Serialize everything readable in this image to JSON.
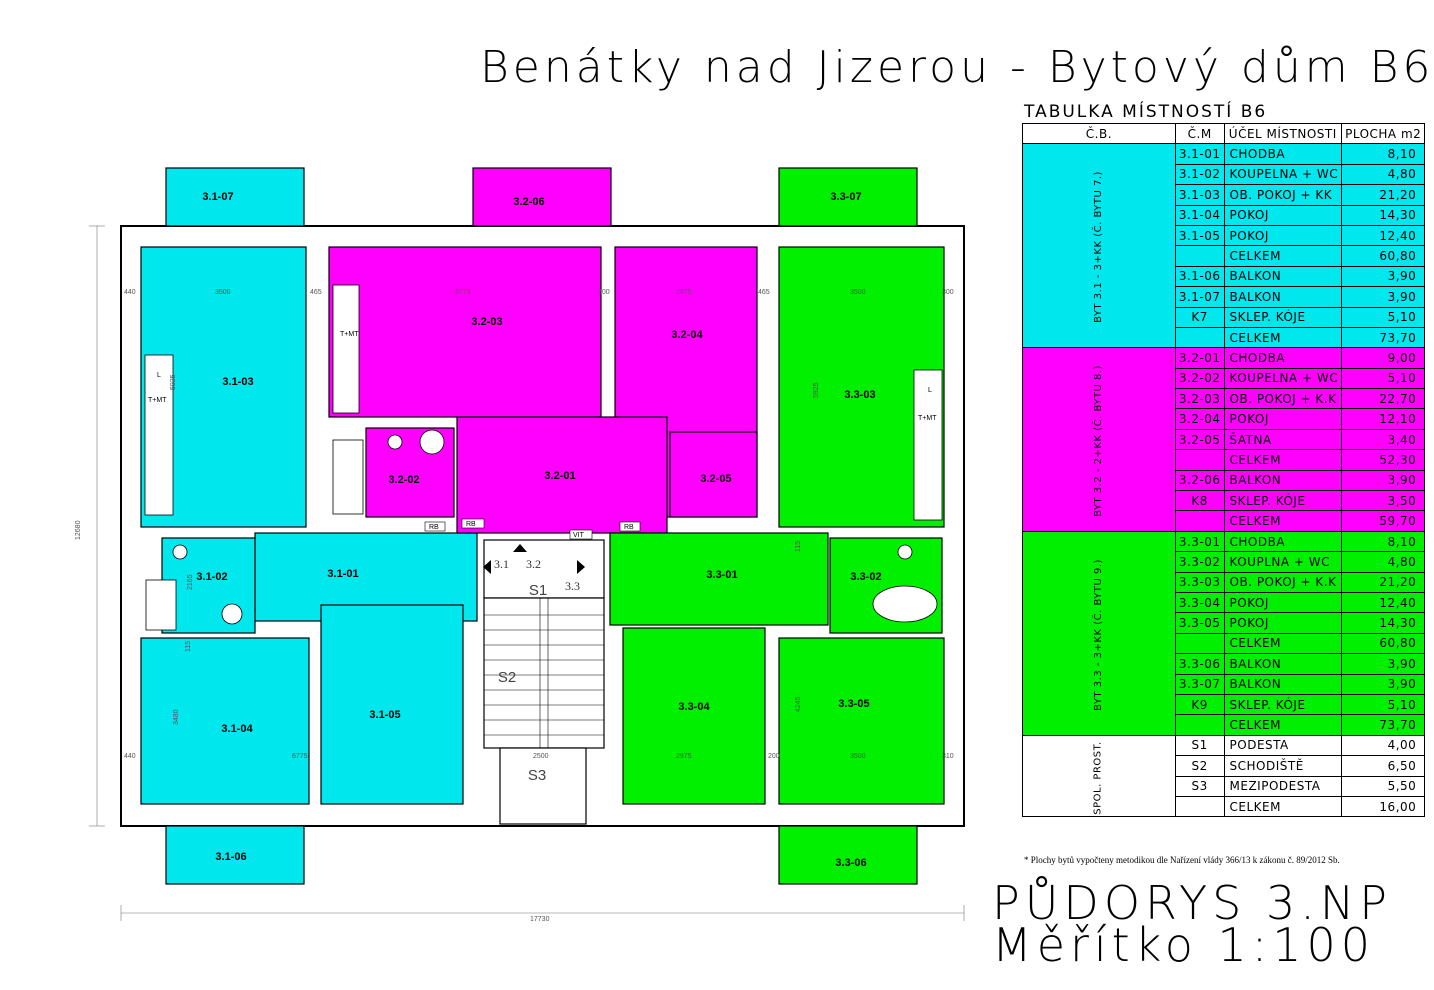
{
  "title": "Benátky nad Jizerou - Bytový dům B6",
  "table_title": "TABULKA MÍSTNOSTÍ B6",
  "headers": {
    "cb": "Č.B.",
    "cm": "Č.M",
    "ucel": "ÚČEL MÍSTNOSTI",
    "plocha": "PLOCHA m2"
  },
  "groups": [
    {
      "label": "BYT 3.1 - 3+KK (Č. BYTU 7.)",
      "color": "#00e8ee",
      "rows": [
        {
          "cm": "3.1-01",
          "ucel": "CHODBA",
          "plocha": "8,10"
        },
        {
          "cm": "3.1-02",
          "ucel": "KOUPELNA + WC",
          "plocha": "4,80"
        },
        {
          "cm": "3.1-03",
          "ucel": "OB. POKOJ + KK",
          "plocha": "21,20"
        },
        {
          "cm": "3.1-04",
          "ucel": "POKOJ",
          "plocha": "14,30"
        },
        {
          "cm": "3.1-05",
          "ucel": "POKOJ",
          "plocha": "12,40"
        },
        {
          "cm": "",
          "ucel": "CELKEM",
          "plocha": "60,80"
        },
        {
          "cm": "3.1-06",
          "ucel": "BALKON",
          "plocha": "3,90"
        },
        {
          "cm": "3.1-07",
          "ucel": "BALKON",
          "plocha": "3,90"
        },
        {
          "cm": "K7",
          "ucel": "SKLEP. KÓJE",
          "plocha": "5,10"
        },
        {
          "cm": "",
          "ucel": "CELKEM",
          "plocha": "73,70"
        }
      ]
    },
    {
      "label": "BYT 3.2 - 2+KK (Č. BYTU 8.)",
      "color": "#ff00ff",
      "rows": [
        {
          "cm": "3.2-01",
          "ucel": "CHODBA",
          "plocha": "9,00"
        },
        {
          "cm": "3.2-02",
          "ucel": "KOUPELNA + WC",
          "plocha": "5,10"
        },
        {
          "cm": "3.2-03",
          "ucel": "OB. POKOJ + K.K",
          "plocha": "22,70"
        },
        {
          "cm": "3.2-04",
          "ucel": "POKOJ",
          "plocha": "12,10"
        },
        {
          "cm": "3.2-05",
          "ucel": "ŠATNA",
          "plocha": "3,40"
        },
        {
          "cm": "",
          "ucel": "CELKEM",
          "plocha": "52,30"
        },
        {
          "cm": "3.2-06",
          "ucel": "BALKON",
          "plocha": "3,90"
        },
        {
          "cm": "K8",
          "ucel": "SKLEP. KÓJE",
          "plocha": "3,50"
        },
        {
          "cm": "",
          "ucel": "CELKEM",
          "plocha": "59,70"
        }
      ]
    },
    {
      "label": "BYT 3.3 - 3+KK (Č. BYTU 9.)",
      "color": "#00f000",
      "rows": [
        {
          "cm": "3.3-01",
          "ucel": "CHODBA",
          "plocha": "8,10"
        },
        {
          "cm": "3.3-02",
          "ucel": "KOUPLNA + WC",
          "plocha": "4,80"
        },
        {
          "cm": "3.3-03",
          "ucel": "OB. POKOJ + K.K",
          "plocha": "21,20"
        },
        {
          "cm": "3.3-04",
          "ucel": "POKOJ",
          "plocha": "12,40"
        },
        {
          "cm": "3.3-05",
          "ucel": "POKOJ",
          "plocha": "14,30"
        },
        {
          "cm": "",
          "ucel": "CELKEM",
          "plocha": "60,80"
        },
        {
          "cm": "3.3-06",
          "ucel": "BALKON",
          "plocha": "3,90"
        },
        {
          "cm": "3.3-07",
          "ucel": "BALKON",
          "plocha": "3,90"
        },
        {
          "cm": "K9",
          "ucel": "SKLEP. KÓJE",
          "plocha": "5,10"
        },
        {
          "cm": "",
          "ucel": "CELKEM",
          "plocha": "73,70"
        }
      ]
    },
    {
      "label": "SPOL. PROST.",
      "color": "#ffffff",
      "rows": [
        {
          "cm": "S1",
          "ucel": "PODESTA",
          "plocha": "4,00"
        },
        {
          "cm": "S2",
          "ucel": "SCHODIŠTĚ",
          "plocha": "6,50"
        },
        {
          "cm": "S3",
          "ucel": "MEZIPODESTA",
          "plocha": "5,50"
        },
        {
          "cm": "",
          "ucel": "CELKEM",
          "plocha": "16,00"
        }
      ]
    }
  ],
  "footnote": "* Plochy bytů vypočteny metodikou dle Nařízení vlády 366/13 k zákonu č. 89/2012 Sb.",
  "plan_title": "PŮDORYS 3.NP",
  "scale": "Měřítko 1:100",
  "colors": {
    "byt1": "#00e8ee",
    "byt2": "#ff00ff",
    "byt3": "#00f000"
  },
  "plan": {
    "rooms": {
      "r3101": "3.1-01",
      "r3102": "3.1-02",
      "r3103": "3.1-03",
      "r3104": "3.1-04",
      "r3105": "3.1-05",
      "r3106": "3.1-06",
      "r3107": "3.1-07",
      "r3201": "3.2-01",
      "r3202": "3.2-02",
      "r3203": "3.2-03",
      "r3204": "3.2-04",
      "r3205": "3.2-05",
      "r3206": "3.2-06",
      "r3301": "3.3-01",
      "r3302": "3.3-02",
      "r3303": "3.3-03",
      "r3304": "3.3-04",
      "r3305": "3.3-05",
      "r3306": "3.3-06",
      "r3307": "3.3-07",
      "s1": "S1",
      "s2": "S2",
      "s3": "S3"
    },
    "door_labels": {
      "d31": "3.1",
      "d32": "3.2",
      "d33": "3.3"
    },
    "kitchen_labels": {
      "l": "L",
      "tmt": "T+MT"
    },
    "riser_labels": {
      "rb": "RB",
      "vt": "VIT"
    },
    "dims": {
      "total_width": "17730",
      "total_height": "12680",
      "d3500": "3500",
      "d440": "440",
      "d5775": "5775",
      "d2975": "2975",
      "d465": "465",
      "d300": "300",
      "d5925": "5925",
      "d6775": "6775",
      "d3480": "3480",
      "d2500": "2500",
      "d2165": "2165",
      "d4245": "4245",
      "d310": "310",
      "d115": "115",
      "d200": "200",
      "d3490": "3490"
    }
  }
}
